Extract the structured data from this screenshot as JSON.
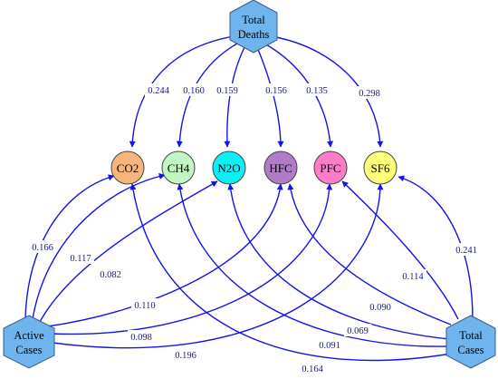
{
  "source_nodes": {
    "deaths": {
      "line1": "Total",
      "line2": "Deaths",
      "fill": "#6fb4ec"
    },
    "active": {
      "line1": "Active",
      "line2": "Cases",
      "fill": "#6fb4ec"
    },
    "cases": {
      "line1": "Total",
      "line2": "Cases",
      "fill": "#6fb4ec"
    }
  },
  "gas_nodes": [
    {
      "label": "CO2",
      "fill": "#f5b57c"
    },
    {
      "label": "CH4",
      "fill": "#c3f5c3"
    },
    {
      "label": "N2O",
      "fill": "#0af0f6"
    },
    {
      "label": "HFC",
      "fill": "#b07cc6"
    },
    {
      "label": "PFC",
      "fill": "#fd7cc8"
    },
    {
      "label": "SF6",
      "fill": "#fefe7a"
    }
  ],
  "edge_labels": {
    "deaths": [
      "0.244",
      "0.160",
      "0.159",
      "0.156",
      "0.135",
      "0.298"
    ],
    "active": [
      "0.166",
      "0.117",
      "0.082",
      "0.110",
      "0.098",
      "0.196"
    ],
    "cases": [
      "0.164",
      "0.091",
      "0.069",
      "0.090",
      "0.114",
      "0.241"
    ]
  },
  "edge_color": "#1414e8"
}
